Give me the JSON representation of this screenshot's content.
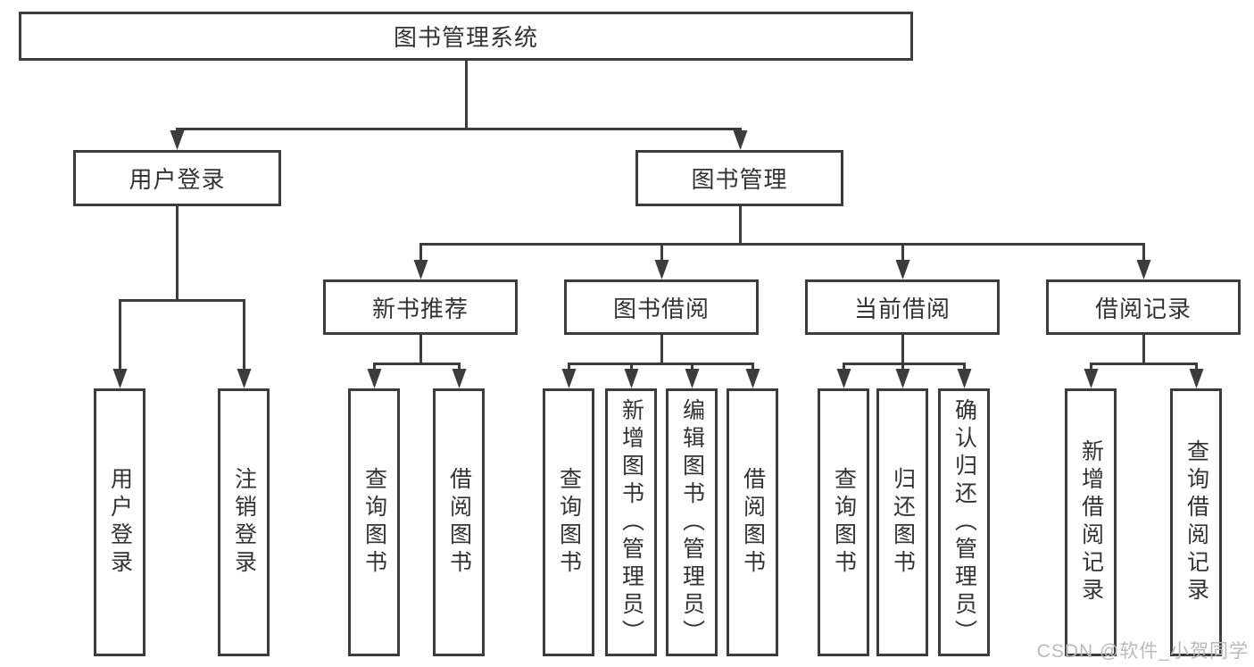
{
  "diagram": {
    "root_label": "图书管理系统",
    "level2": {
      "user_login": {
        "label": "用户登录",
        "leaves": [
          "用户登录",
          "注销登录"
        ]
      },
      "book_mgmt": {
        "label": "图书管理"
      }
    },
    "level3": {
      "new_book": {
        "label": "新书推荐",
        "leaves": [
          "查询图书",
          "借阅图书"
        ]
      },
      "book_borrow": {
        "label": "图书借阅",
        "leaves": [
          "查询图书",
          "新增图书（管理员）",
          "编辑图书（管理员）",
          "借阅图书"
        ]
      },
      "current_borrow": {
        "label": "当前借阅",
        "leaves": [
          "查询图书",
          "归还图书",
          "确认归还（管理员）"
        ]
      },
      "borrow_record": {
        "label": "借阅记录",
        "leaves": [
          "新增借阅记录",
          "查询借阅记录"
        ]
      }
    },
    "watermark": "CSDN @软件_小贺同学",
    "colors": {
      "line": "#3c3c3c",
      "text": "#333333",
      "watermark": "#b9b9b9",
      "background": "#ffffff"
    }
  }
}
